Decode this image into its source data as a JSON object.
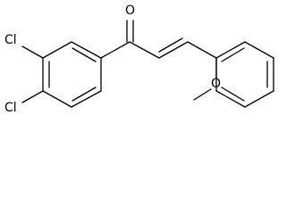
{
  "diagram": {
    "type": "chemical-structure",
    "labels": {
      "cl_upper": "Cl",
      "cl_lower": "Cl",
      "oxygen_carbonyl": "O",
      "oxygen_methoxy": "O"
    }
  }
}
